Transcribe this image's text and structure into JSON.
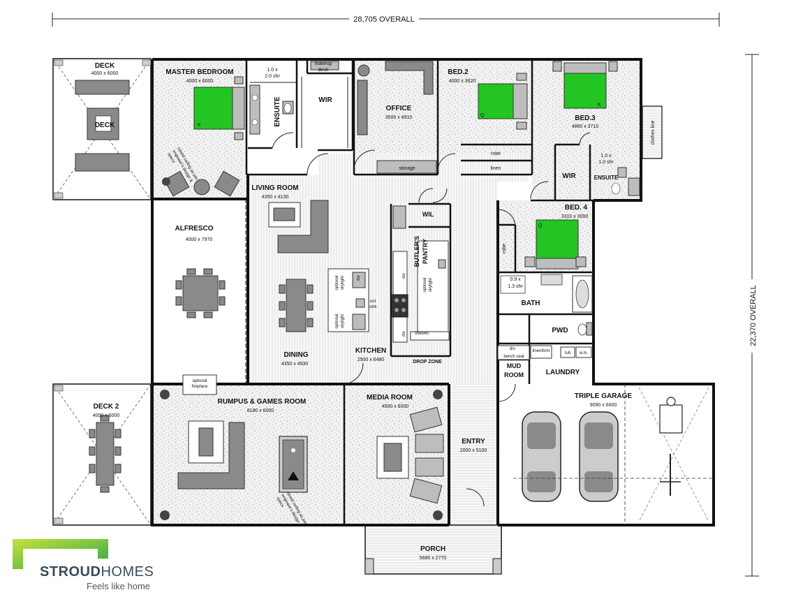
{
  "dimensions": {
    "overall_width": "28,705 OVERALL",
    "overall_depth": "22,370 OVERALL"
  },
  "rooms": {
    "deck": {
      "name": "DECK",
      "size": "4000 x 6000"
    },
    "master_bedroom": {
      "name": "MASTER BEDROOM",
      "size": "4000 x 6000"
    },
    "ensuite_master": {
      "name": "ENSUITE"
    },
    "shower_master": {
      "line1": "1.0 x",
      "line2": "2.0 shr"
    },
    "makeup_desk": {
      "line1": "makeup",
      "line2": "desk"
    },
    "wir_master": {
      "name": "WIR"
    },
    "office": {
      "name": "OFFICE",
      "size": "3500 x 4910"
    },
    "storage": {
      "name": "storage"
    },
    "bed2": {
      "name": "BED.2",
      "size": "4000 x 3620"
    },
    "robe_bed2": {
      "name": "robe"
    },
    "linen": {
      "name": "linen"
    },
    "bed3": {
      "name": "BED.3",
      "size": "4880 x 3710"
    },
    "wir_bed3": {
      "name": "WIR"
    },
    "shower_bed3": {
      "line1": "1.0 x",
      "line2": "1.0 shr"
    },
    "ensuite_bed3": {
      "name": "ENSUITE"
    },
    "clothes_line": {
      "name": "clothes line"
    },
    "living_room": {
      "name": "LIVING ROOM",
      "size": "4350 x 4130"
    },
    "wil": {
      "name": "WIL"
    },
    "butlers_pantry": {
      "line1": "BUTLER'S",
      "line2": "PANTRY"
    },
    "optional_skylight": {
      "line1": "optional",
      "line2": "skylight"
    },
    "alfresco": {
      "name": "ALFRESCO",
      "size": "4000 x 7970"
    },
    "raised_ceiling": {
      "line1": "raised ceiling as per",
      "line2": "engineer's design &",
      "line3": "specs"
    },
    "uni_sink": {
      "line1": "uni",
      "line2": "sink"
    },
    "dw": {
      "name": "dw"
    },
    "shelves": {
      "name": "shelves"
    },
    "dining": {
      "name": "DINING",
      "size": "4350 x 4930"
    },
    "kitchen": {
      "name": "KITCHEN",
      "size": "2500 x 6480"
    },
    "drop_zone": {
      "name": "DROP ZONE"
    },
    "bed4": {
      "name": "BED. 4",
      "size": "3310 x 3000"
    },
    "robe_bed4": {
      "name": "robe"
    },
    "shower_bath": {
      "line1": "0.9 x",
      "line2": "1.3 shr"
    },
    "bath": {
      "name": "BATH"
    },
    "pwd": {
      "name": "PWD"
    },
    "drs": {
      "name": "drs"
    },
    "bench_seat": {
      "name": "bench seat"
    },
    "linen_broom": {
      "name": "linen/brm"
    },
    "tub": {
      "name": "tub"
    },
    "wm": {
      "name": "w.m."
    },
    "mud_room": {
      "line1": "MUD",
      "line2": "ROOM"
    },
    "laundry": {
      "name": "LAUNDRY"
    },
    "optional_fireplace": {
      "line1": "optional",
      "line2": "fireplace"
    },
    "deck2": {
      "name": "DECK 2",
      "size": "4000 x 6000"
    },
    "rumpus": {
      "name": "RUMPUS & GAMES ROOM",
      "size": "8180 x 6000"
    },
    "media_room": {
      "name": "MEDIA ROOM",
      "size": "4500 x 6000"
    },
    "entry": {
      "name": "ENTRY",
      "size": "2000 x 5100"
    },
    "triple_garage": {
      "name": "TRIPLE GARAGE",
      "size": "9090 x 6000"
    },
    "porch": {
      "name": "PORCH",
      "size": "5680 x 2770"
    }
  },
  "bed_marks": {
    "q": "Q",
    "k": "K"
  },
  "brand": {
    "name_bold": "STROUD",
    "name_light": "HOMES",
    "tagline": "Feels like home",
    "color_green_start": "#c6e23b",
    "color_green_end": "#2fa44a",
    "color_text": "#3b4a55"
  },
  "colors": {
    "bed_green": "#22c522",
    "wall": "#111111",
    "furniture": "#8a8a8a"
  }
}
